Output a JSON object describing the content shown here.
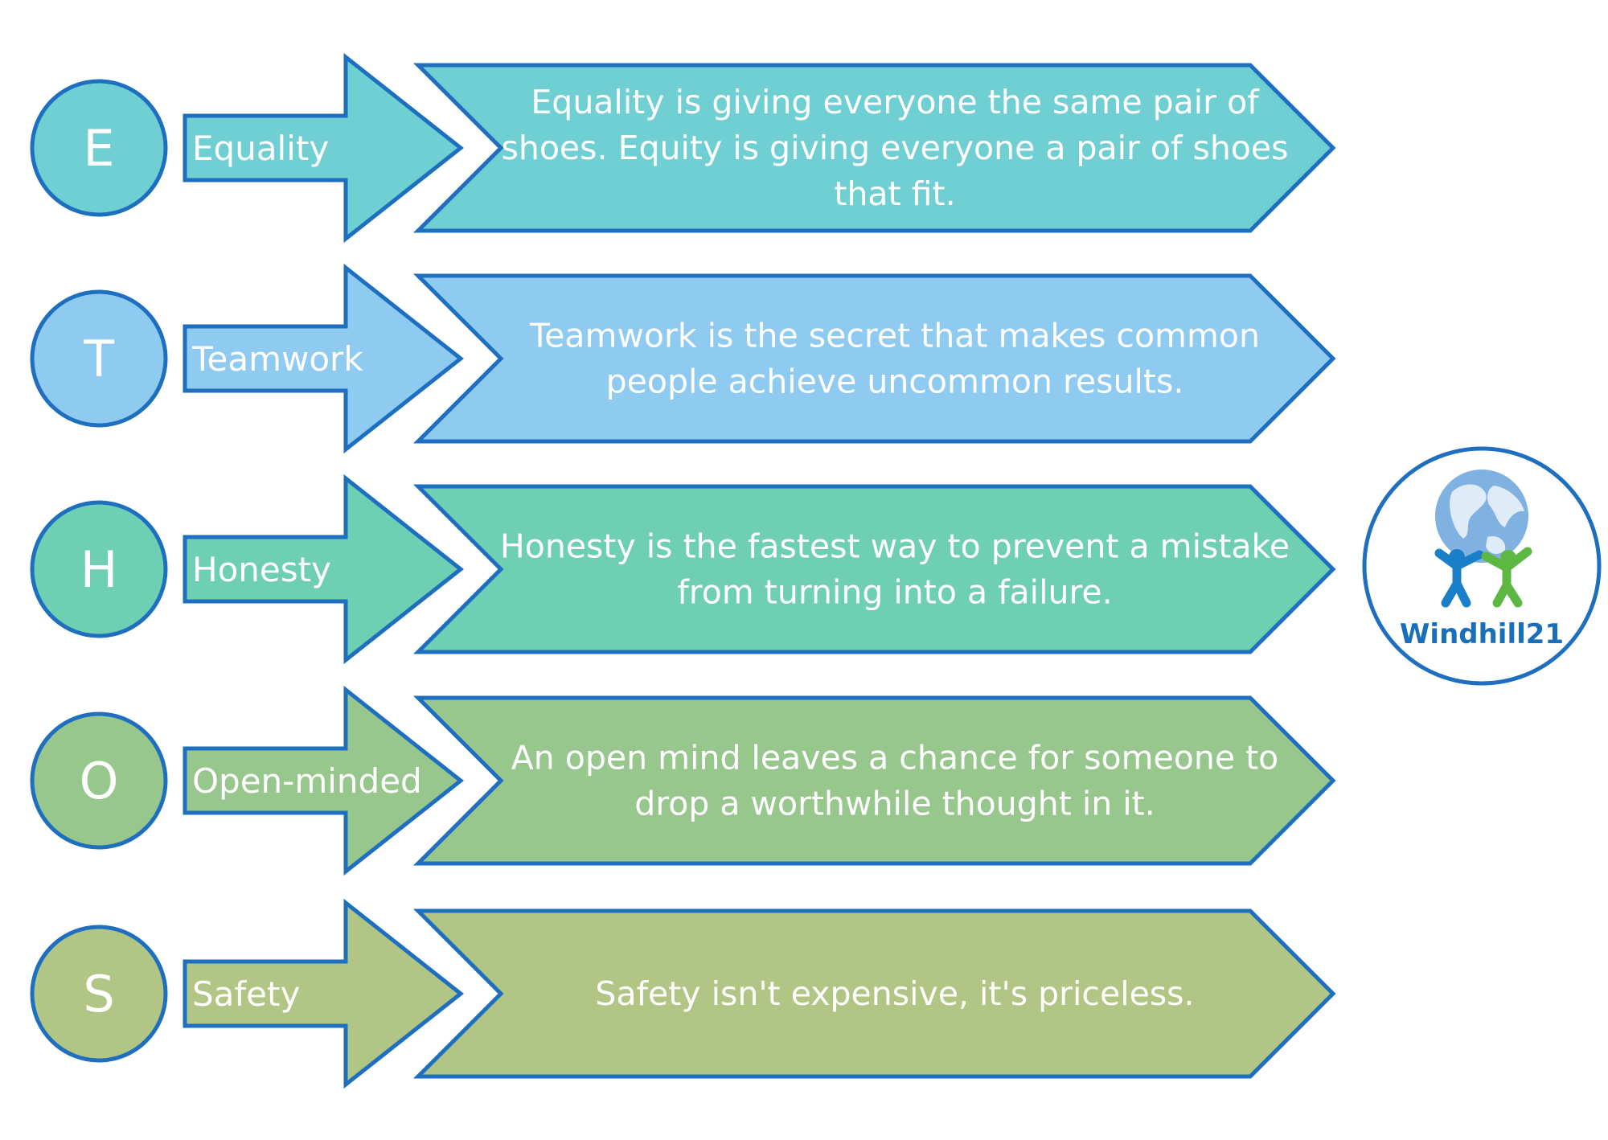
{
  "stroke_color": "#1e6fbf",
  "text_color": "#ffffff",
  "rows": [
    {
      "letter": "E",
      "word": "Equality",
      "quote": [
        "Equality is giving everyone the same pair of",
        "shoes. Equity is giving everyone a pair of shoes",
        "that fit."
      ],
      "color": "#6fcfd3"
    },
    {
      "letter": "T",
      "word": "Teamwork",
      "quote": [
        "Teamwork is the secret that makes common",
        "people achieve uncommon results."
      ],
      "color": "#8fcaf0"
    },
    {
      "letter": "H",
      "word": "Honesty",
      "quote": [
        "Honesty is the fastest way to prevent a mistake",
        "from turning into a failure."
      ],
      "color": "#6fcfb2"
    },
    {
      "letter": "O",
      "word": "Open-minded",
      "quote": [
        "An open mind leaves a chance for someone to",
        "drop a worthwhile thought in it."
      ],
      "color": "#98c78e"
    },
    {
      "letter": "S",
      "word": "Safety",
      "quote": [
        "Safety isn't expensive, it's priceless."
      ],
      "color": "#b1c584"
    }
  ],
  "logo": {
    "text": "Windhill21",
    "icon": "globe-with-people-icon",
    "globe_color": "#7fb2e0",
    "person_left_color": "#1a7fc9",
    "person_right_color": "#5db843"
  }
}
